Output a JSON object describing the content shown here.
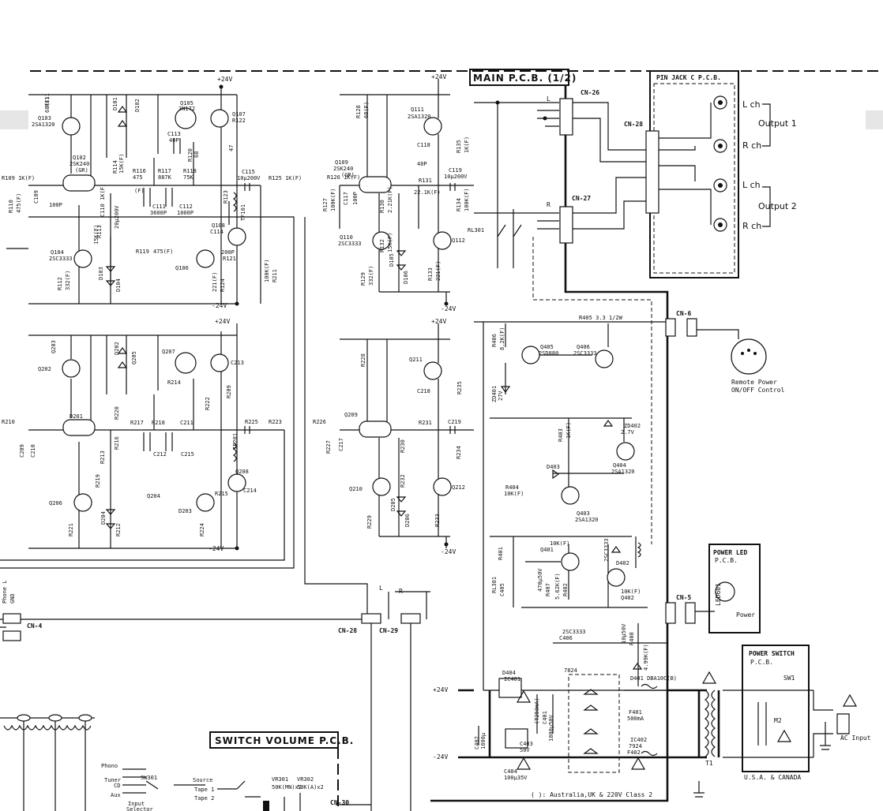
{
  "boards": {
    "main_pcb": "MAIN P.C.B. (1/2)",
    "pin_jack": "PIN JACK C P.C.B.",
    "power_led": "POWER LED",
    "power_switch": "POWER SWITCH",
    "pcb": "P.C.B.",
    "switch_volume": "SWITCH VOLUME P.C.B."
  },
  "outputs": {
    "output1": "Output 1",
    "output2": "Output 2",
    "lch": "L ch",
    "rch": "R ch"
  },
  "connectors": [
    "CN-26",
    "CN-27",
    "CN-28",
    "CN-6",
    "CN-5",
    "CN-4",
    "CN-28",
    "CN-29",
    "CN-30"
  ],
  "rails": {
    "pos": "+24V",
    "neg": "-24V"
  },
  "channel_marks": {
    "l": "L",
    "r": "R"
  },
  "remote": {
    "line1": "Remote Power",
    "line2": "ON/OFF Control"
  },
  "ac": {
    "input": "AC Input",
    "region": "U.S.A. & CANADA",
    "note": "( ): Australia,UK & 220V Class 2"
  },
  "led_parts": {
    "led": "LED601",
    "label": "Power"
  },
  "switch_parts": {
    "sw1": "SW1",
    "m2": "M2",
    "t1": "T1"
  },
  "labels_left": [
    "R111",
    "68(F)",
    "Q103",
    "2SA1320",
    "Q102",
    "2SK240",
    "(GR)",
    "R109 1K(F)",
    "R110",
    "475(F)",
    "C109",
    "100P",
    "C110 1K(F)",
    "20μ200V",
    "R113",
    "15K(F)",
    "R114",
    "15K(F)",
    "R116",
    "475",
    "(F)",
    "R117",
    "887K",
    "R118",
    "75K",
    "C111",
    "3600P",
    "C112",
    "1000P",
    "Q104",
    "2SC3333",
    "Q106",
    "D103",
    "D104",
    "R112",
    "332(F)",
    "R119",
    "475(F)",
    "D101",
    "D102",
    "Q105",
    "3N172",
    "C113",
    "40P",
    "R120",
    "68",
    "Q107",
    "R122",
    "47",
    "C115",
    "10μ200V",
    "R125 1K(F)",
    "R123",
    "TF101",
    "Q108",
    "C114",
    "200P",
    "R121",
    "221(F)",
    "R124",
    "100K(F)",
    "R211",
    "Q203",
    "Q202",
    "D201",
    "D202",
    "Q205",
    "Q207",
    "C213",
    "R214",
    "R220",
    "R222",
    "R209",
    "R210",
    "C209",
    "C210",
    "R213",
    "R216",
    "R217",
    "R218",
    "C211",
    "C212",
    "C215",
    "R225",
    "R223",
    "TF201",
    "Q208",
    "C214",
    "R215",
    "R219",
    "Q204",
    "Q206",
    "D203",
    "D204",
    "R212",
    "R221",
    "R224"
  ],
  "labels_mid": [
    "R128",
    "68(F)",
    "Q111",
    "2SA1320",
    "C118",
    "40P",
    "R135",
    "1K(F)",
    "Q109",
    "2SK240",
    "(GR)",
    "R126 1K(F)",
    "R127",
    "100K(F)",
    "C117",
    "100P",
    "R130",
    "2.21K(F)",
    "R131",
    "22.1K(F)",
    "C119",
    "10μ200V",
    "R134",
    "100K(F)",
    "R132",
    "15K(F)",
    "Q110",
    "2SC3333",
    "Q112",
    "D105",
    "D106",
    "R129",
    "332(F)",
    "R133",
    "221(F)",
    "RL301",
    "R228",
    "Q211",
    "C218",
    "R235",
    "Q209",
    "R226",
    "R227",
    "C217",
    "R230",
    "R231",
    "C219",
    "R234",
    "R232",
    "Q210",
    "Q212",
    "D205",
    "D206",
    "R229",
    "R233"
  ],
  "labels_power": [
    "R405 3.3  1/2W",
    "R406",
    "8.2K(F)",
    "Q405",
    "2SD880",
    "Q406",
    "2SC3333",
    "ZD401",
    "27V",
    "ZD402",
    "2.7V",
    "R403",
    "1K(F)",
    "Q404",
    "2SA1320",
    "D403",
    "R404",
    "10K(F)",
    "Q403",
    "2SA1320",
    "R401",
    "10K(F)",
    "Q401",
    "2SC3333",
    "D402",
    "RL301",
    "C405",
    "470μ50V",
    "R407",
    "5.62K(F)",
    "R402",
    "10K(F)",
    "Q402",
    "2SC3333",
    "C406",
    "10μ50V",
    "R408",
    "4.99K(F)",
    "D404",
    "IC401",
    "7824",
    "D401  DBA10C(B)",
    "F401",
    "500mA",
    "(T250mA)",
    "C401",
    "1800μ50V",
    "C403",
    "50V",
    "C402",
    "1800μ",
    "C404",
    "100μ35V",
    "IC402",
    "7924",
    "F402",
    "500mA",
    "(T250mA)"
  ],
  "labels_bottom": [
    "Phono",
    "Tuner",
    "CD",
    "Aux",
    "SW301",
    "Input",
    "Selector",
    "Source",
    "Tape 1",
    "Tape 2",
    "VR301",
    "50K(MN)x2",
    "VR302",
    "50K(A)x2",
    "Phone L",
    "GND"
  ]
}
